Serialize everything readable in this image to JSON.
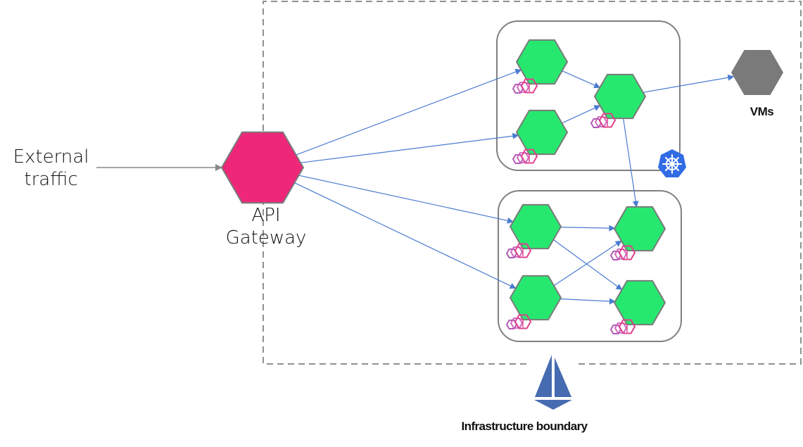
{
  "labels": {
    "external_traffic": "External traffic",
    "api_gateway": "API Gateway",
    "vms": "VMs",
    "infrastructure_boundary": "Infrastructure boundary"
  },
  "colors": {
    "gateway": "#ee2779",
    "service": "#27e86f",
    "vm": "#7a7a7a",
    "edge": "#4a7bd0",
    "external_edge": "#8a8a8a",
    "sidecar": "#d23fa3",
    "kubernetes": "#326ce5",
    "istio": "#466bb0",
    "cluster_border": "#808080",
    "boundary": "#909090"
  },
  "nodes": [
    {
      "id": "gateway",
      "kind": "gateway"
    },
    {
      "id": "k8s-svc-a",
      "kind": "service",
      "cluster": "kubernetes",
      "sidecar": true
    },
    {
      "id": "k8s-svc-b",
      "kind": "service",
      "cluster": "kubernetes",
      "sidecar": true
    },
    {
      "id": "k8s-svc-c",
      "kind": "service",
      "cluster": "kubernetes",
      "sidecar": true
    },
    {
      "id": "svc-d",
      "kind": "service",
      "cluster": "second",
      "sidecar": true
    },
    {
      "id": "svc-e",
      "kind": "service",
      "cluster": "second",
      "sidecar": true
    },
    {
      "id": "svc-f",
      "kind": "service",
      "cluster": "second",
      "sidecar": true
    },
    {
      "id": "svc-g",
      "kind": "service",
      "cluster": "second",
      "sidecar": true
    },
    {
      "id": "vms",
      "kind": "vm"
    }
  ],
  "edges": [
    {
      "from": "external",
      "to": "gateway"
    },
    {
      "from": "gateway",
      "to": "k8s-svc-a"
    },
    {
      "from": "gateway",
      "to": "k8s-svc-b"
    },
    {
      "from": "gateway",
      "to": "svc-d"
    },
    {
      "from": "gateway",
      "to": "svc-e"
    },
    {
      "from": "k8s-svc-a",
      "to": "k8s-svc-c"
    },
    {
      "from": "k8s-svc-b",
      "to": "k8s-svc-c"
    },
    {
      "from": "k8s-svc-c",
      "to": "vms"
    },
    {
      "from": "k8s-svc-c",
      "to": "svc-f"
    },
    {
      "from": "svc-d",
      "to": "svc-f"
    },
    {
      "from": "svc-d",
      "to": "svc-g"
    },
    {
      "from": "svc-e",
      "to": "svc-f"
    },
    {
      "from": "svc-e",
      "to": "svc-g"
    }
  ]
}
